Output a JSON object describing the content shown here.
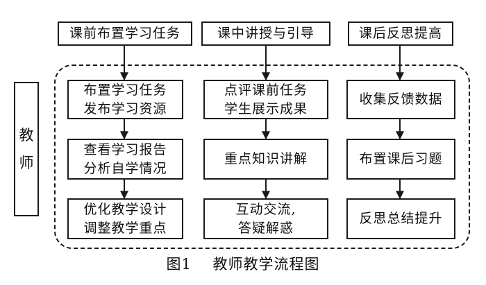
{
  "top_headers": [
    "课前布置学习任务",
    "课中讲授与引导",
    "课后反思提高"
  ],
  "columns": [
    {
      "steps": [
        [
          "布置学习任务",
          "发布学习资源"
        ],
        [
          "查看学习报告",
          "分析自学情况"
        ],
        [
          "优化教学设计",
          "调整教学重点"
        ]
      ]
    },
    {
      "steps": [
        [
          "点评课前任务",
          "学生展示成果"
        ],
        [
          "重点知识讲解"
        ],
        [
          "互动交流,",
          "答疑解惑"
        ]
      ]
    },
    {
      "steps": [
        [
          "收集反馈数据"
        ],
        [
          "布置课后习题"
        ],
        [
          "反思总结提升"
        ]
      ]
    }
  ],
  "side_label": [
    "教",
    "师"
  ],
  "caption": {
    "figure_no": "图1",
    "title": "教师教学流程图"
  }
}
